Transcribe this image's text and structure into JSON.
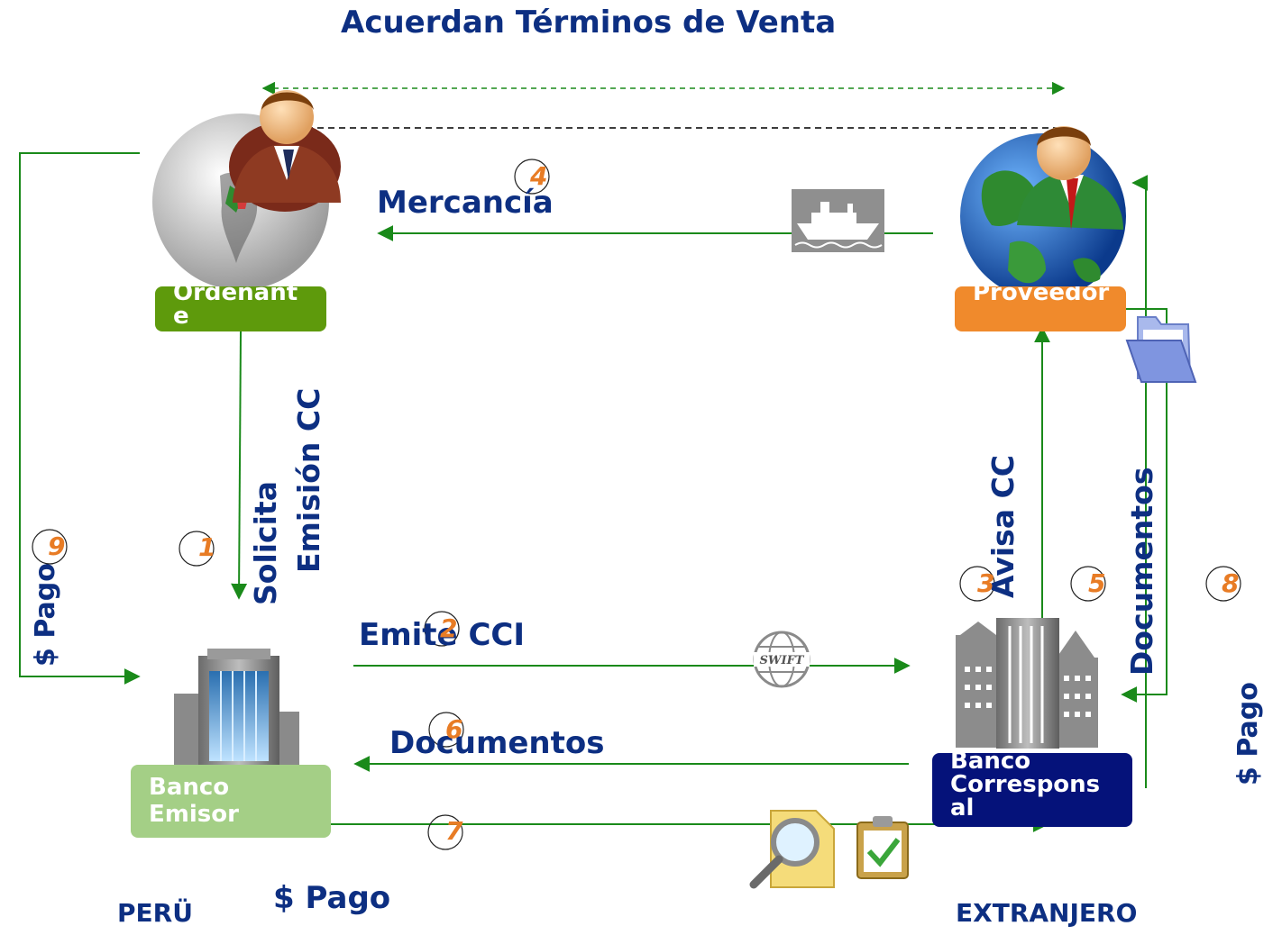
{
  "title": "Acuerdan Términos de Venta",
  "colors": {
    "flow_line": "#1a8a1a",
    "label_text": "#0d2f82",
    "step_number": "#e87c25",
    "ordenante_box": "#5e9a0c",
    "proveedor_box": "#f08a2c",
    "banco_emisor_box": "#a4cf86",
    "banco_corresponsal_box": "#05127a"
  },
  "nodes": {
    "ordenante": "Ordenante",
    "proveedor": "Proveedor",
    "banco_emisor": "Banco Emisor",
    "banco_corresponsal": "Banco Corresponsal"
  },
  "flows": {
    "mercancia": "Mercancía",
    "solicita": "Solicita",
    "emision_cc": "Emisión CC",
    "emite_cci": "Emite CCI",
    "avisa_cc": "Avisa CC",
    "documentos_right": "Documentos",
    "documentos_bottom": "Documentos",
    "pago_left": "$ Pago",
    "pago_right": "$ Pago",
    "pago_bottom": "$ Pago"
  },
  "steps": [
    "1",
    "2",
    "3",
    "4",
    "5",
    "6",
    "7",
    "8",
    "9"
  ],
  "regions": {
    "left": "PERÜ",
    "right": "EXTRANJERO"
  },
  "icons": [
    "globe-person-icon",
    "ship-icon",
    "building-icon",
    "swift-icon",
    "folder-icon",
    "magnifier-document-icon",
    "clipboard-check-icon"
  ],
  "swift_text": "SWIFT"
}
